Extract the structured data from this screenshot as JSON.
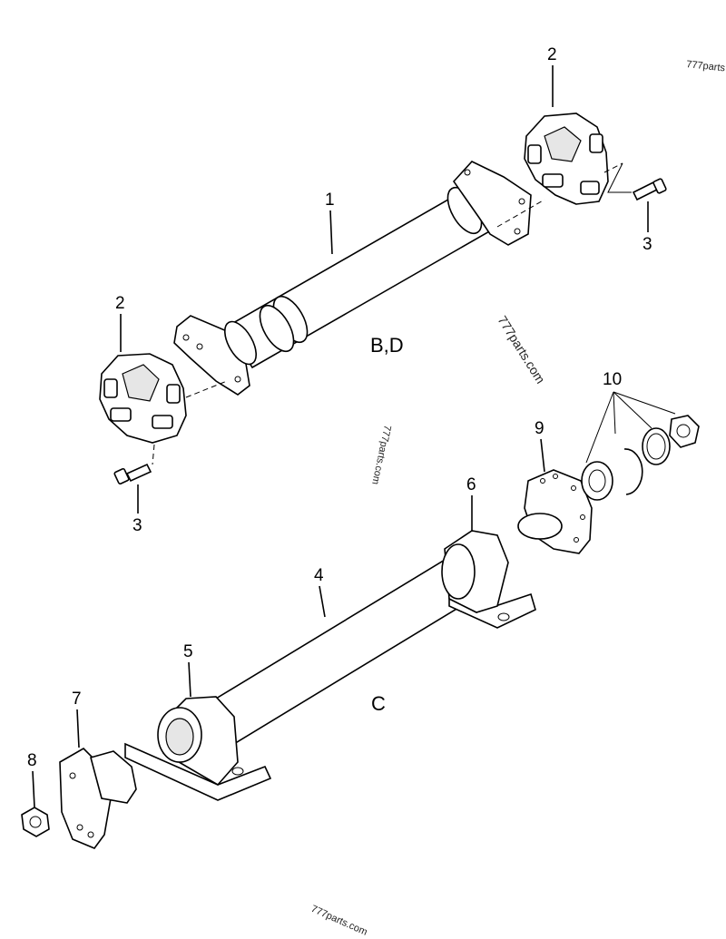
{
  "watermarks": [
    "777parts",
    "777parts.com",
    "777parts.com",
    "777parts.com"
  ],
  "group_labels": [
    "B,D",
    "C"
  ],
  "callouts": [
    "1",
    "2",
    "2",
    "3",
    "3",
    "4",
    "5",
    "6",
    "7",
    "8",
    "9",
    "10"
  ]
}
